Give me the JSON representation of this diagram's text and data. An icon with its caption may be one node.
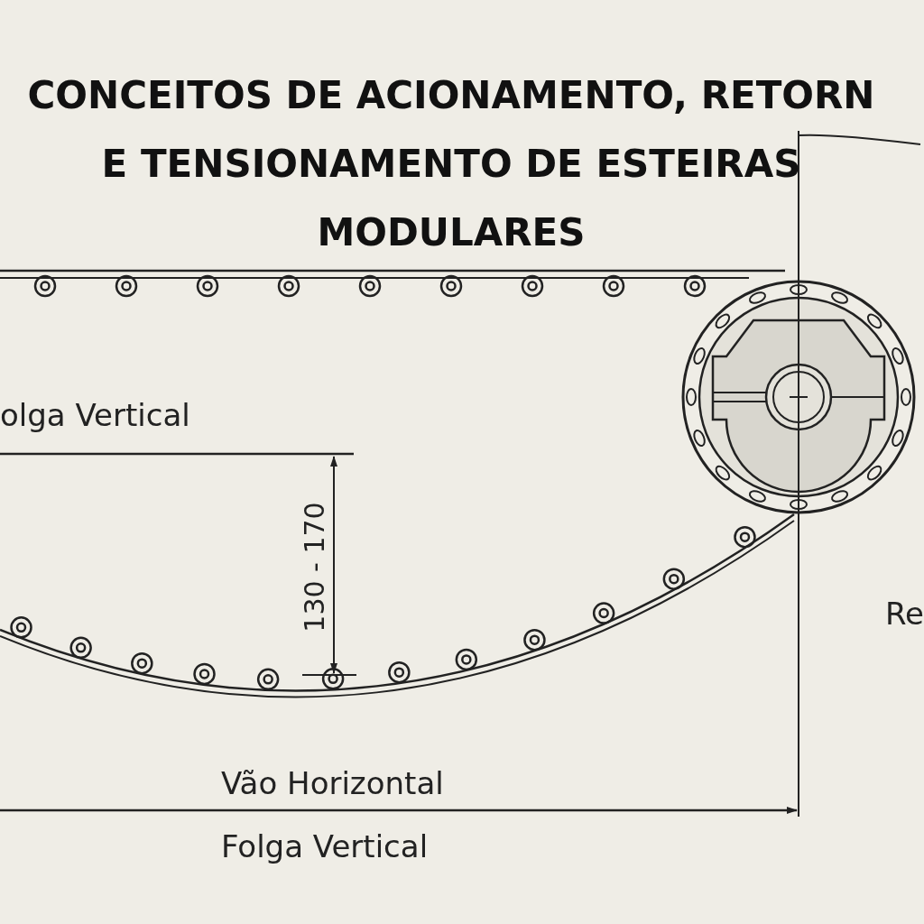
{
  "diagram": {
    "title": "CONCEITOS DE ACIONAMENTO, RETORN E TENSIONAMENTO DE ESTEIRAS MODULARES",
    "labels": [
      "olga Vertical",
      "130 - 170",
      "Re",
      "Vão Horizontal",
      "Folga Vertical"
    ]
  }
}
